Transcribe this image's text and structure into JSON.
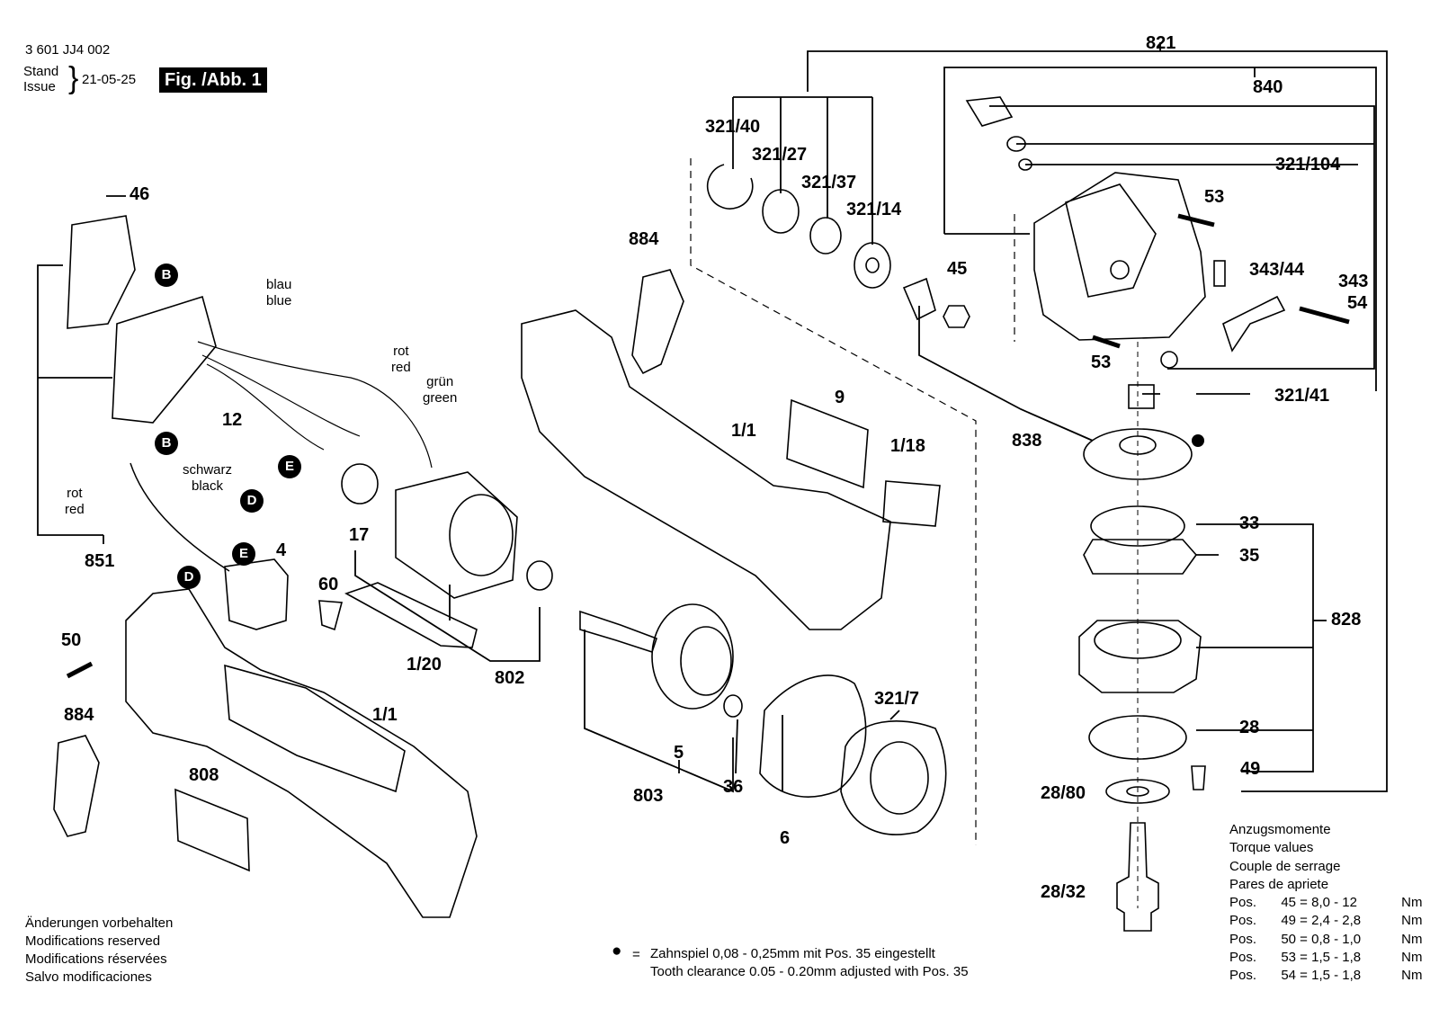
{
  "header": {
    "doc_number": "3 601 JJ4 002",
    "stand": "Stand",
    "issue": "Issue",
    "date": "21-05-25",
    "figure": "Fig. /Abb. 1"
  },
  "labels": {
    "p821": "821",
    "p840": "840",
    "p321_104": "321/104",
    "p53a": "53",
    "p343_44": "343/44",
    "p343": "343",
    "p54": "54",
    "p53b": "53",
    "p321_41": "321/41",
    "p838": "838",
    "p321_40": "321/40",
    "p321_27": "321/27",
    "p321_37": "321/37",
    "p321_14": "321/14",
    "p45": "45",
    "p884a": "884",
    "p9": "9",
    "p1_18": "1/18",
    "p1_1a": "1/1",
    "p33": "33",
    "p35": "35",
    "p828": "828",
    "p28": "28",
    "p49": "49",
    "p28_80": "28/80",
    "p28_32": "28/32",
    "p46": "46",
    "p12": "12",
    "p17": "17",
    "p4": "4",
    "p60": "60",
    "p1_20": "1/20",
    "p802": "802",
    "p851": "851",
    "p50": "50",
    "p884b": "884",
    "p1_1b": "1/1",
    "p808": "808",
    "p5": "5",
    "p36": "36",
    "p803": "803",
    "p6": "6",
    "p321_7": "321/7"
  },
  "wires": {
    "blue_de": "blau",
    "blue_en": "blue",
    "red_de": "rot",
    "red_en": "red",
    "green_de": "grün",
    "green_en": "green",
    "black_de": "schwarz",
    "black_en": "black",
    "red2_de": "rot",
    "red2_en": "red"
  },
  "callouts": {
    "b1": "B",
    "b2": "B",
    "d1": "D",
    "d2": "D",
    "e1": "E",
    "e2": "E"
  },
  "notes": {
    "changes": [
      "Änderungen vorbehalten",
      "Modifications reserved",
      "Modifications réservées",
      "Salvo modificaciones"
    ],
    "clearance_symbol": "●",
    "clearance_eq": "=",
    "clearance_de": "Zahnspiel 0,08 - 0,25mm mit Pos. 35 eingestellt",
    "clearance_en": "Tooth clearance 0.05 - 0.20mm adjusted with Pos. 35"
  },
  "torque": {
    "titles": [
      "Anzugsmomente",
      "Torque values",
      "Couple de serrage",
      "Pares de apriete"
    ],
    "rows": [
      {
        "pos": "Pos.",
        "num": "45",
        "eq": "=",
        "value": "8,0 - 12",
        "unit": "Nm"
      },
      {
        "pos": "Pos.",
        "num": "49",
        "eq": "=",
        "value": "2,4 - 2,8",
        "unit": "Nm"
      },
      {
        "pos": "Pos.",
        "num": "50",
        "eq": "=",
        "value": "0,8 - 1,0",
        "unit": "Nm"
      },
      {
        "pos": "Pos.",
        "num": "53",
        "eq": "=",
        "value": "1,5 - 1,8",
        "unit": "Nm"
      },
      {
        "pos": "Pos.",
        "num": "54",
        "eq": "=",
        "value": "1,5 - 1,8",
        "unit": "Nm"
      }
    ]
  }
}
